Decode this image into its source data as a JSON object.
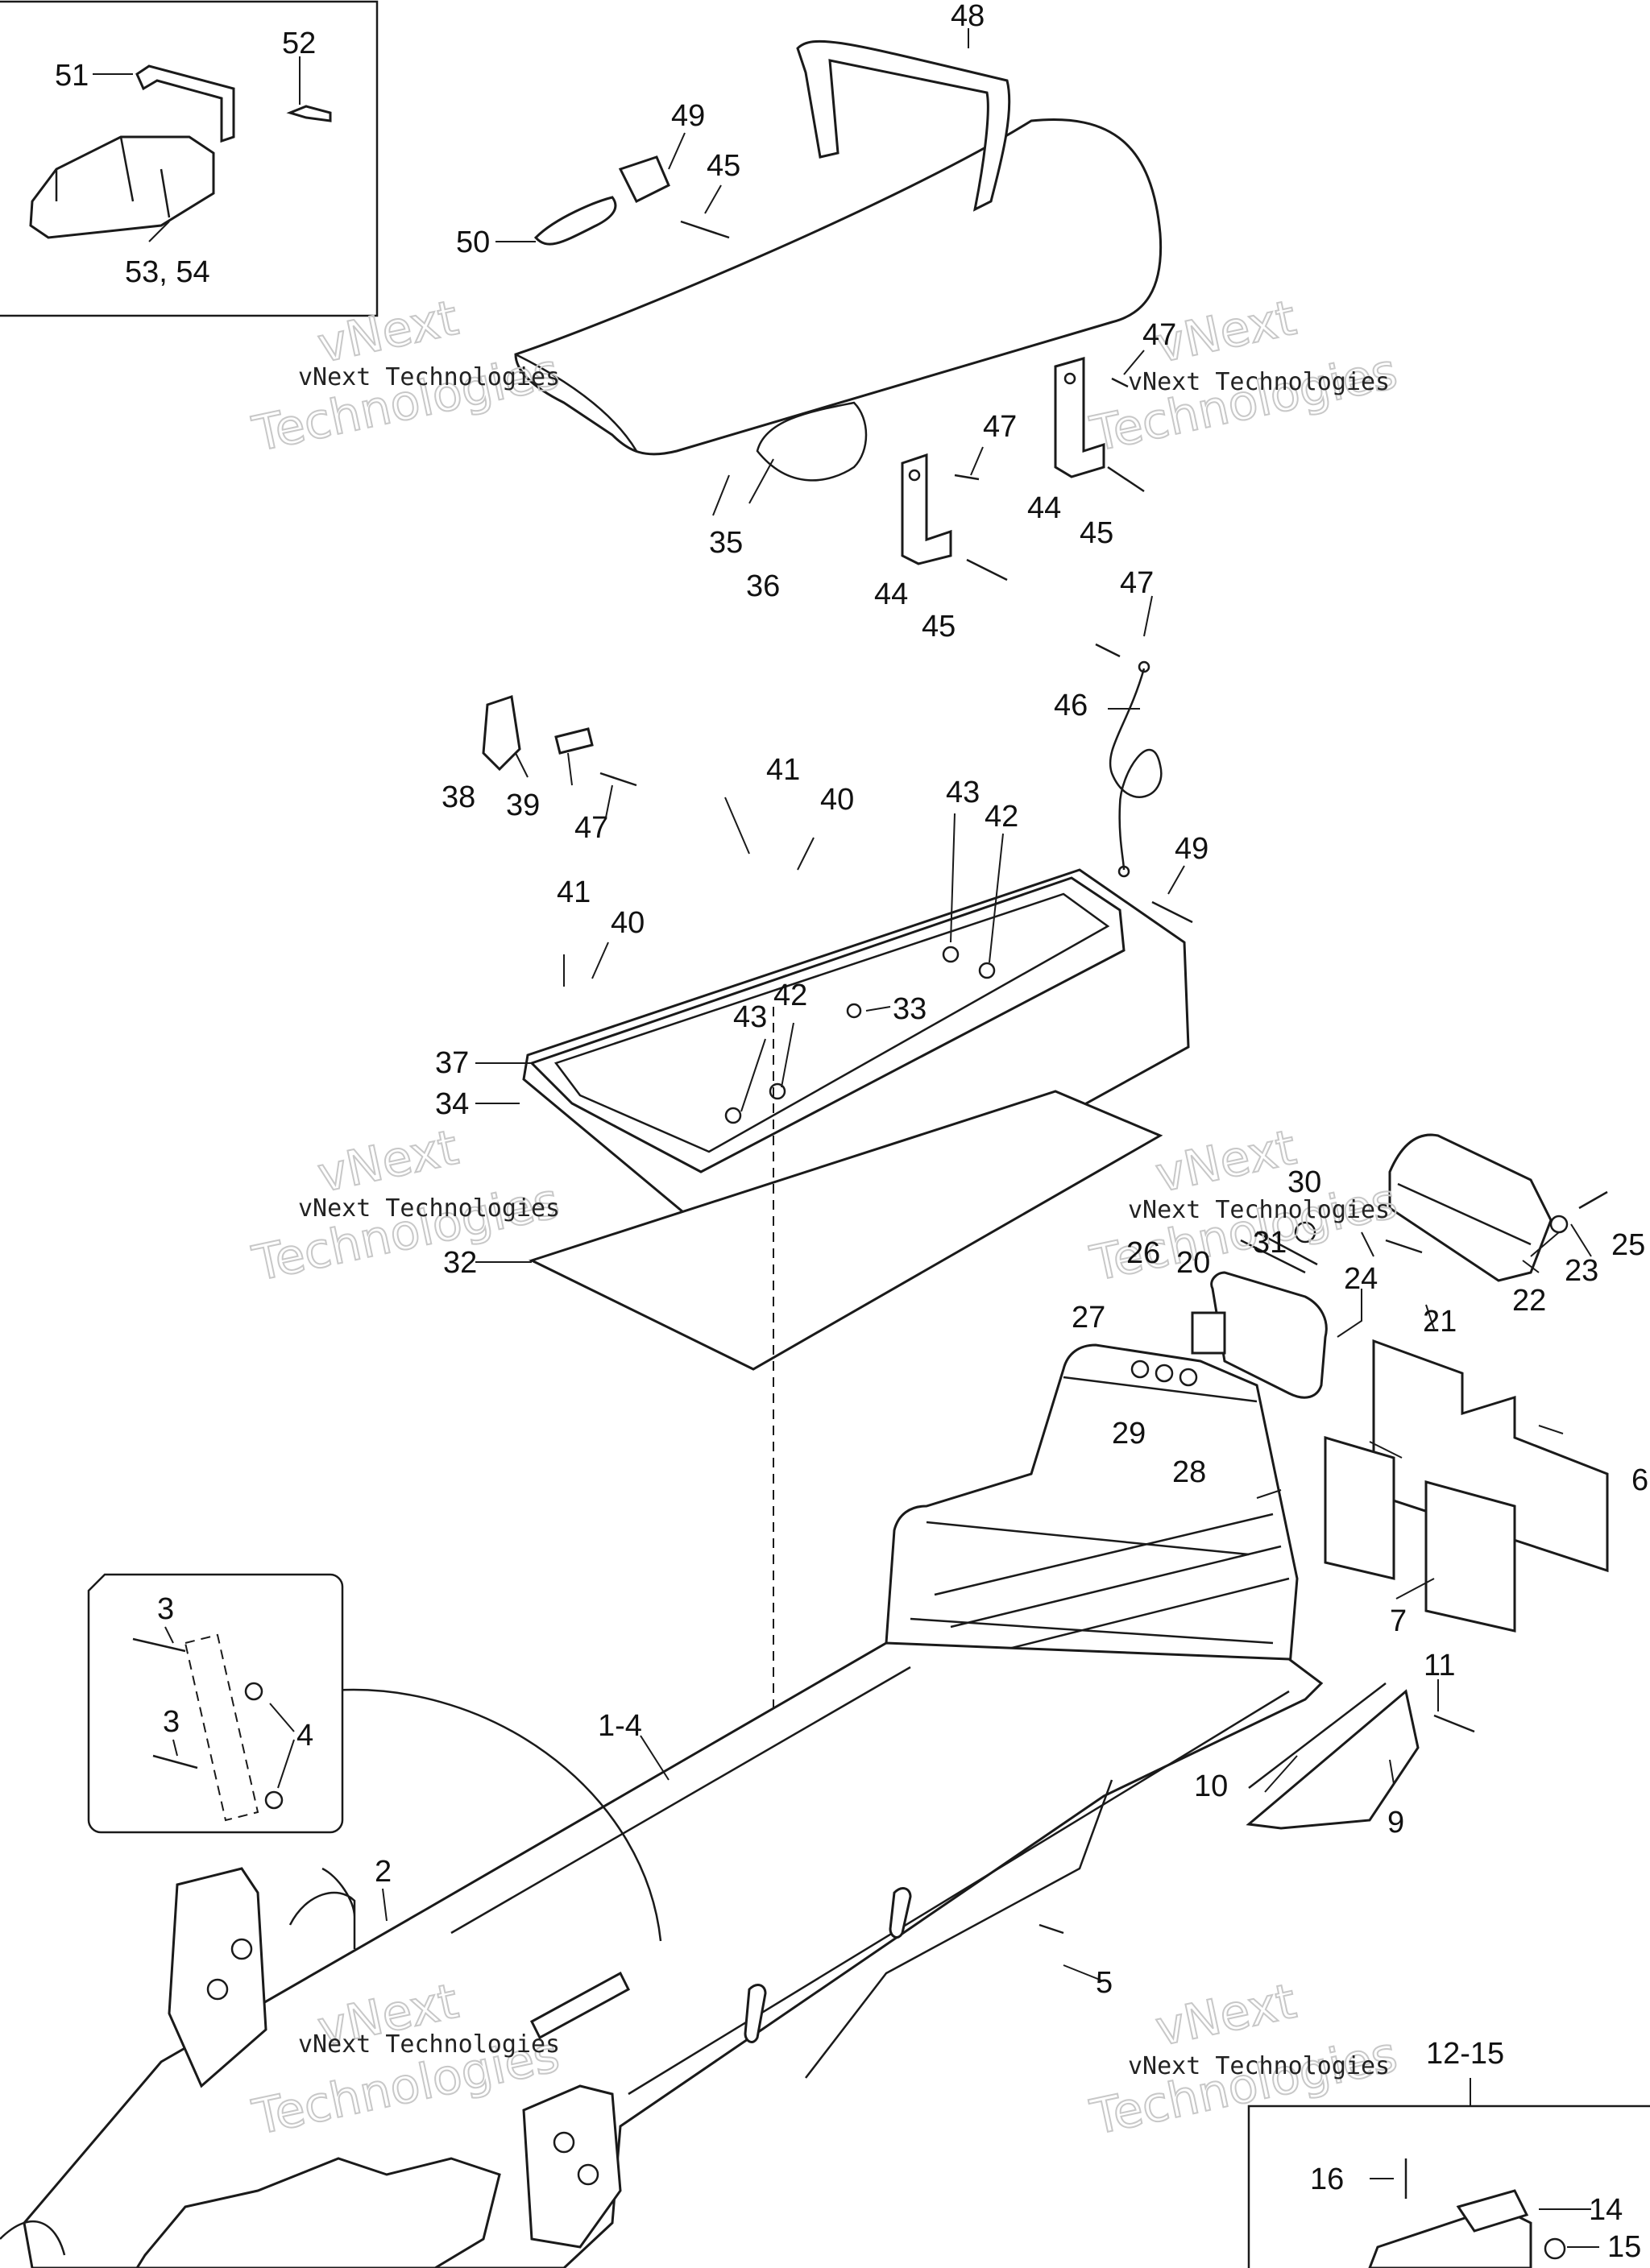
{
  "callouts": {
    "c1_4": "1-4",
    "c2": "2",
    "c3a": "3",
    "c3b": "3",
    "c4": "4",
    "c5": "5",
    "c6": "6",
    "c7": "7",
    "c9": "9",
    "c10": "10",
    "c11": "11",
    "c12_15": "12-15",
    "c14": "14",
    "c15": "15",
    "c16": "16",
    "c20": "20",
    "c21": "21",
    "c22": "22",
    "c23": "23",
    "c24": "24",
    "c25": "25",
    "c26": "26",
    "c27": "27",
    "c28": "28",
    "c29": "29",
    "c30": "30",
    "c31": "31",
    "c32": "32",
    "c33": "33",
    "c34": "34",
    "c35": "35",
    "c36": "36",
    "c37": "37",
    "c38": "38",
    "c39": "39",
    "c40a": "40",
    "c40b": "40",
    "c41a": "41",
    "c41b": "41",
    "c42a": "42",
    "c42b": "42",
    "c43a": "43",
    "c43b": "43",
    "c44a": "44",
    "c44b": "44",
    "c45a": "45",
    "c45b": "45",
    "c45c": "45",
    "c46": "46",
    "c47a": "47",
    "c47b": "47",
    "c47c": "47",
    "c47d": "47",
    "c48": "48",
    "c49a": "49",
    "c49b": "49",
    "c50": "50",
    "c51": "51",
    "c52": "52",
    "c53_54": "53, 54"
  },
  "watermark": {
    "line1": "vNext Technologies",
    "big1": "vNext",
    "big2": "Technologies"
  }
}
